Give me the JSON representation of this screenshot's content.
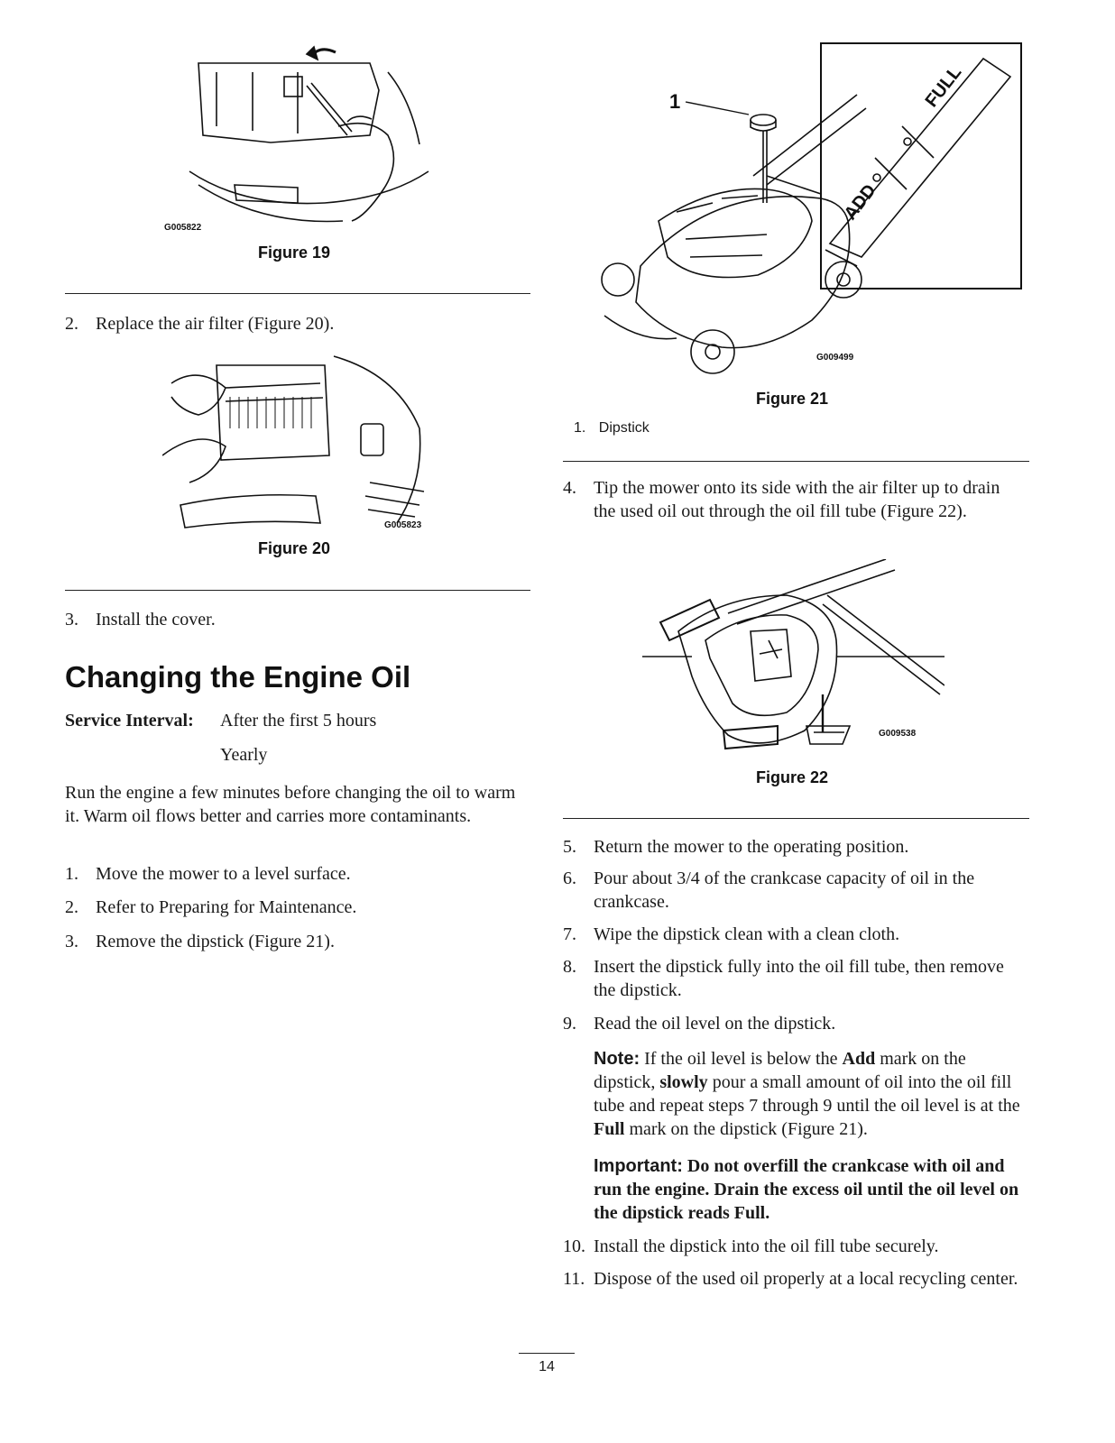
{
  "figures": {
    "fig19": {
      "caption": "Figure 19",
      "code": "G005822"
    },
    "fig20": {
      "caption": "Figure 20",
      "code": "G005823"
    },
    "fig21": {
      "caption": "Figure 21",
      "code": "G009499",
      "callout": "1",
      "label_add": "ADD",
      "label_full": "FULL",
      "legend": [
        {
          "num": "1.",
          "text": "Dipstick"
        }
      ]
    },
    "fig22": {
      "caption": "Figure 22",
      "code": "G009538"
    }
  },
  "left": {
    "step2": {
      "num": "2.",
      "text": "Replace the air filter (Figure 20)."
    },
    "step3": {
      "num": "3.",
      "text": "Install the cover."
    },
    "heading": "Changing the Engine Oil",
    "service_label": "Service Interval:",
    "service_values": [
      "After the first 5 hours",
      "Yearly"
    ],
    "intro": "Run the engine a few minutes before changing the oil to warm it. Warm oil flows better and carries more contaminants.",
    "steps": [
      {
        "num": "1.",
        "text": "Move the mower to a level surface."
      },
      {
        "num": "2.",
        "text": "Refer to Preparing for Maintenance."
      },
      {
        "num": "3.",
        "text": "Remove the dipstick (Figure 21)."
      }
    ]
  },
  "right": {
    "step4": {
      "num": "4.",
      "text": "Tip the mower onto its side with the air filter up to drain the used oil out through the oil fill tube (Figure 22)."
    },
    "steps": [
      {
        "num": "5.",
        "text": "Return the mower to the operating position."
      },
      {
        "num": "6.",
        "text": "Pour about 3/4 of the crankcase capacity of oil in the crankcase."
      },
      {
        "num": "7.",
        "text": "Wipe the dipstick clean with a clean cloth."
      },
      {
        "num": "8.",
        "text": "Insert the dipstick fully into the oil fill tube, then remove the dipstick."
      },
      {
        "num": "9.",
        "text": "Read the oil level on the dipstick."
      }
    ],
    "note": {
      "label": "Note:",
      "t1": "If the oil level is below the",
      "b1": "Add",
      "t2": "mark on the dipstick,",
      "b2": "slowly",
      "t3": "pour a small amount of oil into the oil fill tube and repeat steps 7 through 9 until the oil level is at the",
      "b3": "Full",
      "t4": "mark on the dipstick (Figure 21)."
    },
    "important": {
      "label": "Important:",
      "text": "Do not overfill the crankcase with oil and run the engine. Drain the excess oil until the oil level on the dipstick reads Full."
    },
    "steps_end": [
      {
        "num": "10.",
        "text": "Install the dipstick into the oil fill tube securely."
      },
      {
        "num": "11.",
        "text": "Dispose of the used oil properly at a local recycling center."
      }
    ]
  },
  "page_number": "14"
}
